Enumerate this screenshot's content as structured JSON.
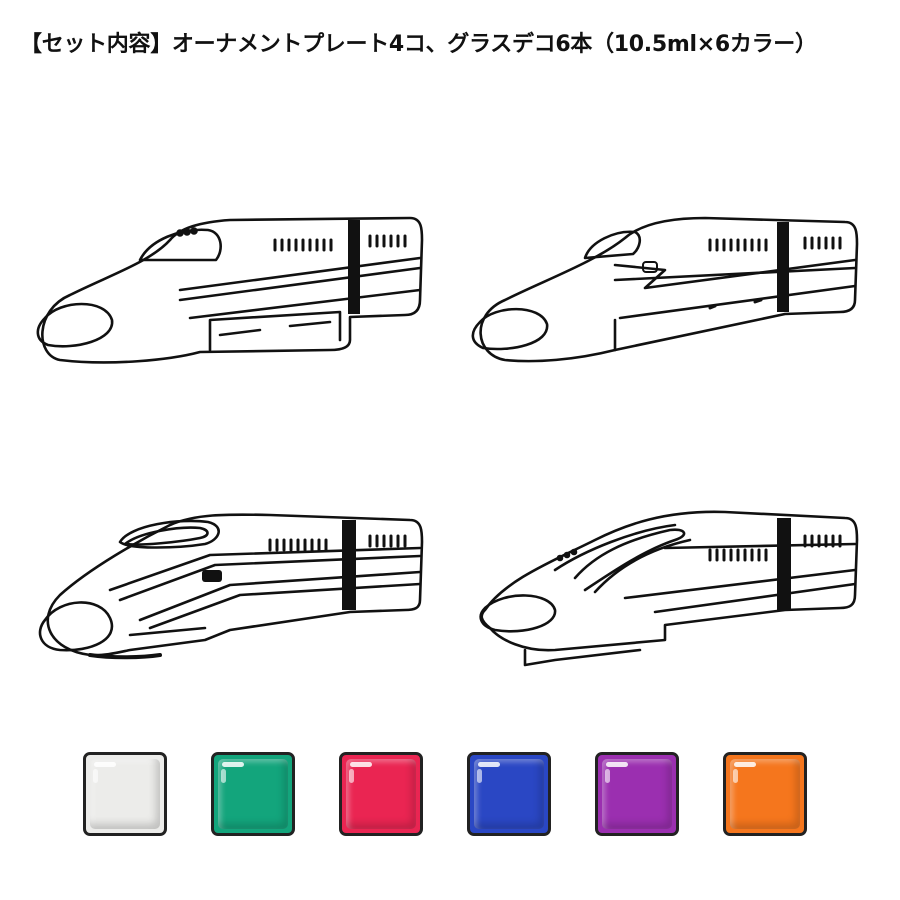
{
  "header": {
    "title": "【セット内容】オーナメントプレート4コ、グラスデコ6本（10.5ml×6カラー）"
  },
  "trains": [
    {
      "name": "train-plate-1",
      "icon": "shinkansen-n700-outline-icon"
    },
    {
      "name": "train-plate-2",
      "icon": "shinkansen-800-outline-icon"
    },
    {
      "name": "train-plate-3",
      "icon": "shinkansen-e7-outline-icon"
    },
    {
      "name": "train-plate-4",
      "icon": "shinkansen-e5-outline-icon"
    }
  ],
  "paints": [
    {
      "color_name": "white",
      "color": "#ececea"
    },
    {
      "color_name": "green",
      "color": "#13a57c"
    },
    {
      "color_name": "red",
      "color": "#ea2552"
    },
    {
      "color_name": "blue",
      "color": "#2a47c4"
    },
    {
      "color_name": "purple",
      "color": "#9b2fb0"
    },
    {
      "color_name": "orange",
      "color": "#f5761d"
    }
  ]
}
